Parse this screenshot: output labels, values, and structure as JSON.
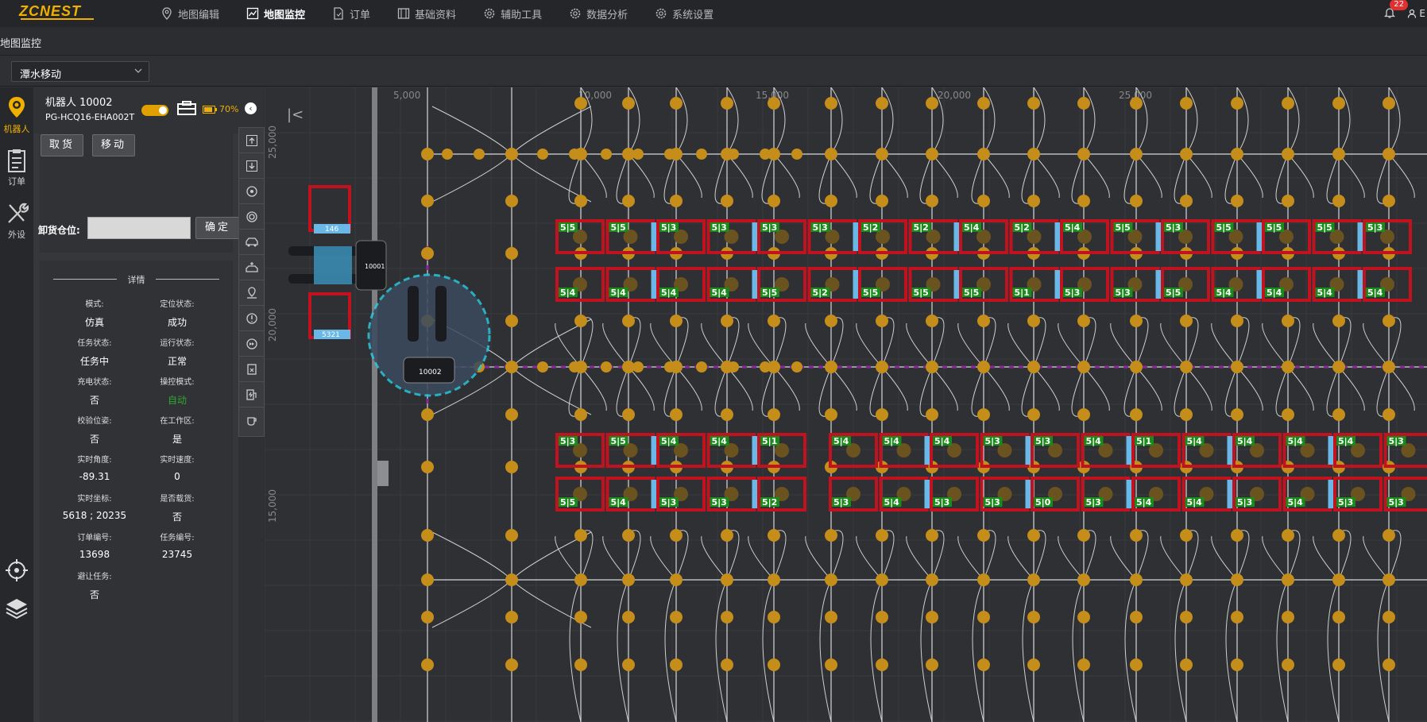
{
  "app": {
    "logo": "ZCNEST",
    "nav": [
      {
        "label": "地图编辑",
        "icon": "map-pin-icon"
      },
      {
        "label": "地图监控",
        "icon": "chart-icon",
        "active": true
      },
      {
        "label": "订单",
        "icon": "document-icon"
      },
      {
        "label": "基础资料",
        "icon": "database-icon"
      },
      {
        "label": "辅助工具",
        "icon": "gear-icon"
      },
      {
        "label": "数据分析",
        "icon": "gear-icon"
      },
      {
        "label": "系统设置",
        "icon": "gear-icon"
      }
    ],
    "notification_count": "22",
    "user_letter": "E"
  },
  "breadcrumb": "地图监控",
  "scene_select": {
    "value": "潭水移动"
  },
  "left_rail": [
    {
      "label": "机器人",
      "icon": "robot-icon",
      "active": true
    },
    {
      "label": "订单",
      "icon": "clipboard-icon"
    },
    {
      "label": "外设",
      "icon": "tools-icon"
    }
  ],
  "robot": {
    "title": "机器人  10002",
    "serial": "PG-HCQ16-EHA002T",
    "battery": "70%",
    "buttons": {
      "pick": "取货",
      "move": "移动",
      "confirm": "确定"
    },
    "unload_label": "卸货仓位:",
    "details_title": "详情",
    "details": [
      {
        "k": "模式:",
        "v": "仿真"
      },
      {
        "k": "定位状态:",
        "v": "成功"
      },
      {
        "k": "任务状态:",
        "v": "任务中"
      },
      {
        "k": "运行状态:",
        "v": "正常"
      },
      {
        "k": "充电状态:",
        "v": "否"
      },
      {
        "k": "操控模式:",
        "v": "自动"
      },
      {
        "k": "校验位姿:",
        "v": "否"
      },
      {
        "k": "在工作区:",
        "v": "是"
      },
      {
        "k": "实时角度:",
        "v": "-89.31"
      },
      {
        "k": "实时速度:",
        "v": "0"
      },
      {
        "k": "实时坐标:",
        "v": "5618  ;  20235"
      },
      {
        "k": "是否载货:",
        "v": "否"
      },
      {
        "k": "订单编号:",
        "v": "13698"
      },
      {
        "k": "任务编号:",
        "v": "23745"
      },
      {
        "k": "避让任务:",
        "v": "否"
      }
    ]
  },
  "map": {
    "x_ticks": [
      "5,000",
      "10,000",
      "15,000",
      "20,000",
      "25,000"
    ],
    "y_ticks": [
      "25,000",
      "20,000",
      "15,000"
    ],
    "robot_label": "10002",
    "robot2_label": "10001",
    "cell_labels": [
      "146",
      "5321"
    ],
    "slot_labels_row1": [
      "5|5",
      "5|5",
      "5|3",
      "5|3",
      "5|3",
      "5|3",
      "5|2",
      "5|2",
      "5|4",
      "5|2",
      "5|4",
      "5|5",
      "5|3",
      "5|5"
    ],
    "slot_labels_row2": [
      "5|4",
      "5|4",
      "5|4",
      "5|4",
      "5|5",
      "5|2",
      "5|5",
      "5|5",
      "5|5",
      "5|1",
      "5|3",
      "5|3",
      "5|5"
    ],
    "slot_labels_row3": [
      "5|3",
      "5|5",
      "5|4",
      "5|4",
      "5|1",
      "5|4",
      "5|4",
      "5|4",
      "5|3",
      "5|3",
      "5|4",
      "5|1",
      "5|4"
    ],
    "slot_labels_row4": [
      "5|5",
      "5|4",
      "5|3",
      "5|3",
      "5|2",
      "5|3",
      "5|4",
      "5|3",
      "5|3",
      "5|0",
      "5|3",
      "5|4",
      "5|4"
    ]
  }
}
